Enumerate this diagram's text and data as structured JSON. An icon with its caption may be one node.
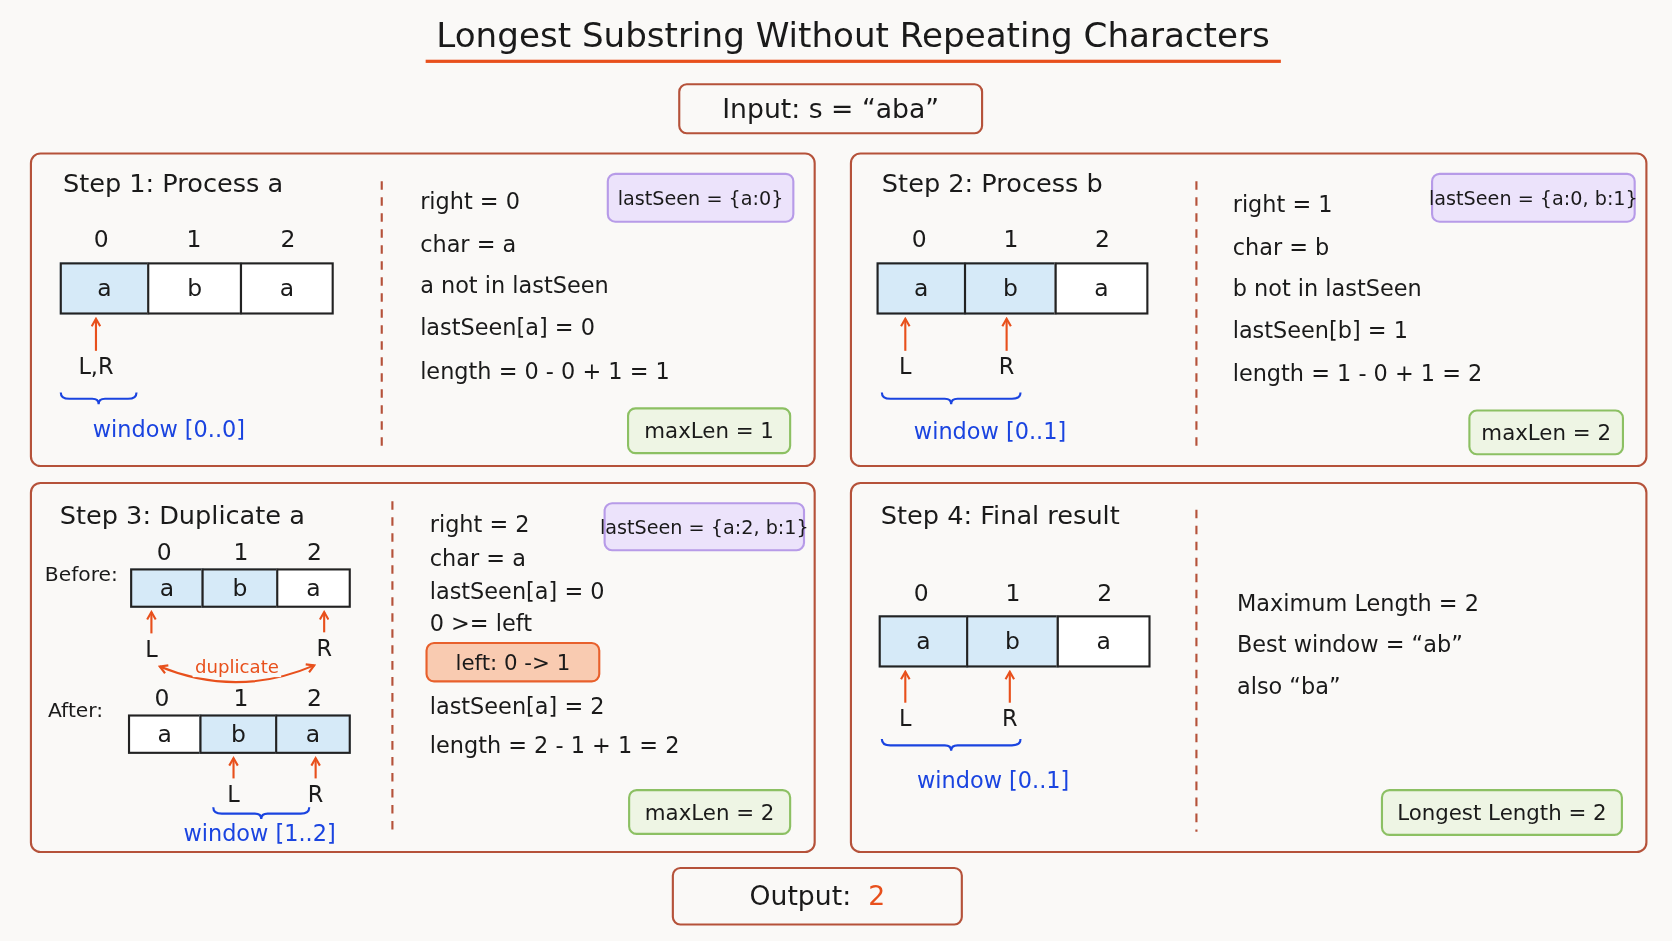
{
  "diagram": {
    "title": "Longest Substring Without Repeating Characters",
    "nodes": [
      {
        "text": [
          "Input: s = “aba”"
        ]
      },
      {
        "text": [
          "Step 1: Process a",
          "0",
          "1",
          "2",
          "window [0..0]",
          "right = 0",
          "char = a",
          "a not in lastSeen",
          "lastSeen[a] = 0",
          "length = 0 - 0 + 1 = 1"
        ]
      },
      {
        "text": [
          "a"
        ],
        "in": 1
      },
      {
        "text": [
          "b"
        ],
        "in": 1
      },
      {
        "text": [
          "a"
        ],
        "in": 1
      },
      {
        "text": [
          "lastSeen = {a:0}"
        ],
        "in": 1
      },
      {
        "text": [
          "maxLen = 1"
        ],
        "in": 1
      },
      {
        "text": [
          "L,R"
        ],
        "in": 1
      },
      {
        "text": [
          "Step 2: Process b",
          "0",
          "1",
          "2",
          "window [0..1]",
          "right = 1",
          "char = b",
          "b not in lastSeen",
          "lastSeen[b] = 1",
          "length = 1 - 0 + 1 = 2"
        ]
      },
      {
        "text": [
          "a"
        ],
        "in": 8
      },
      {
        "text": [
          "b"
        ],
        "in": 8
      },
      {
        "text": [
          "a"
        ],
        "in": 8
      },
      {
        "text": [
          "lastSeen = {a:0, b:1}"
        ],
        "in": 8
      },
      {
        "text": [
          "maxLen = 2"
        ],
        "in": 8
      },
      {
        "text": [
          "L"
        ],
        "in": 8
      },
      {
        "text": [
          "R"
        ],
        "in": 8
      },
      {
        "text": [
          "Step 3: Duplicate a",
          "Before:",
          "0",
          "1",
          "2",
          "After:",
          "0",
          "1",
          "2",
          "window [1..2]",
          "right = 2",
          "char = a",
          "lastSeen[a] = 0",
          "0 >= left",
          "lastSeen[a] = 2",
          "length = 2 - 1 + 1 = 2"
        ]
      },
      {
        "text": [
          "a"
        ],
        "in": 16
      },
      {
        "text": [
          "b"
        ],
        "in": 16
      },
      {
        "text": [
          "a"
        ],
        "in": 16
      },
      {
        "text": [
          "L"
        ],
        "in": 16
      },
      {
        "text": [
          "R"
        ],
        "in": 16
      },
      {
        "text": [
          "a"
        ],
        "in": 16
      },
      {
        "text": [
          "b"
        ],
        "in": 16
      },
      {
        "text": [
          "a"
        ],
        "in": 16
      },
      {
        "text": [
          "L"
        ],
        "in": 16
      },
      {
        "text": [
          "R"
        ],
        "in": 16
      },
      {
        "text": [
          "lastSeen = {a:2, b:1}"
        ],
        "in": 16
      },
      {
        "text": [
          "left: 0 -> 1"
        ],
        "in": 16
      },
      {
        "text": [
          "maxLen = 2"
        ],
        "in": 16
      },
      {
        "text": [
          "Step 4: Final result",
          "0",
          "1",
          "2",
          "window [0..1]",
          "Maximum Length = 2",
          "Best window = “ab”",
          "also “ba”"
        ]
      },
      {
        "text": [
          "a"
        ],
        "in": 30
      },
      {
        "text": [
          "b"
        ],
        "in": 30
      },
      {
        "text": [
          "a"
        ],
        "in": 30
      },
      {
        "text": [
          "L"
        ],
        "in": 30
      },
      {
        "text": [
          "R"
        ],
        "in": 30
      },
      {
        "text": [
          "Longest Length = 2"
        ],
        "in": 30
      },
      {
        "text": [
          "Output:",
          "2"
        ]
      }
    ],
    "edges": [
      {
        "from": 7,
        "to": 2,
        "arrow": "to"
      },
      {
        "from": 14,
        "to": 9,
        "arrow": "to"
      },
      {
        "from": 15,
        "to": 10,
        "arrow": "to"
      },
      {
        "from": 20,
        "to": 17,
        "arrow": "to"
      },
      {
        "from": 21,
        "to": 19,
        "arrow": "to"
      },
      {
        "from": 20,
        "to": 21,
        "arrow": "both",
        "label": "duplicate"
      },
      {
        "from": 25,
        "to": 23,
        "arrow": "to"
      },
      {
        "from": 26,
        "to": 24,
        "arrow": "to"
      },
      {
        "from": 34,
        "to": 31,
        "arrow": "to"
      },
      {
        "from": 35,
        "to": 32,
        "arrow": "to"
      }
    ]
  }
}
